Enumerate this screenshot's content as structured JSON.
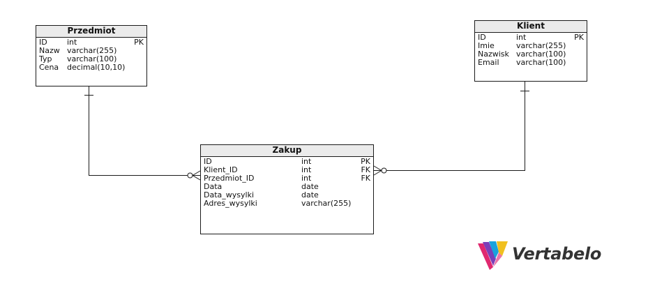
{
  "entities": {
    "przedmiot": {
      "title": "Przedmiot",
      "columns": [
        {
          "name": "ID",
          "type": "int",
          "key": "PK"
        },
        {
          "name": "Nazw",
          "type": "varchar(255)",
          "key": ""
        },
        {
          "name": "Typ",
          "type": "varchar(100)",
          "key": ""
        },
        {
          "name": "Cena",
          "type": "decimal(10,10)",
          "key": ""
        }
      ]
    },
    "klient": {
      "title": "Klient",
      "columns": [
        {
          "name": "ID",
          "type": "int",
          "key": "PK"
        },
        {
          "name": "Imie",
          "type": "varchar(255)",
          "key": ""
        },
        {
          "name": "Nazwisk",
          "type": "varchar(100)",
          "key": ""
        },
        {
          "name": "Email",
          "type": "varchar(100)",
          "key": ""
        }
      ]
    },
    "zakup": {
      "title": "Zakup",
      "columns": [
        {
          "name": "ID",
          "type": "int",
          "key": "PK"
        },
        {
          "name": "Klient_ID",
          "type": "int",
          "key": "FK"
        },
        {
          "name": "Przedmiot_ID",
          "type": "int",
          "key": "FK"
        },
        {
          "name": "Data",
          "type": "date",
          "key": ""
        },
        {
          "name": "Data_wysylki",
          "type": "date",
          "key": ""
        },
        {
          "name": "Adres_wysylki",
          "type": "varchar(255)",
          "key": ""
        }
      ]
    }
  },
  "relationships": [
    {
      "from": "Przedmiot",
      "to": "Zakup",
      "from_cardinality": "one",
      "to_cardinality": "zero-or-many"
    },
    {
      "from": "Klient",
      "to": "Zakup",
      "from_cardinality": "one",
      "to_cardinality": "zero-or-many"
    }
  ],
  "logo": {
    "text": "Vertabelo",
    "colors": [
      "#e0286f",
      "#7b3fb8",
      "#19a2dc",
      "#f0c020"
    ]
  },
  "colors": {
    "line": "#1a1a1a",
    "header_bg": "#ebebeb"
  }
}
